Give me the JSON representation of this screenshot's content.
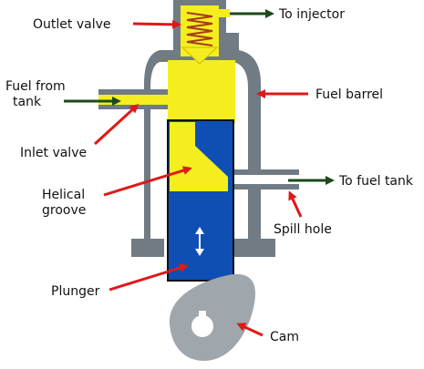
{
  "labels": {
    "outlet_valve": "Outlet valve",
    "to_injector": "To injector",
    "fuel_from_tank_line1": "Fuel from",
    "fuel_from_tank_line2": "tank",
    "fuel_barrel": "Fuel barrel",
    "inlet_valve": "Inlet valve",
    "helical_groove_line1": "Helical",
    "helical_groove_line2": "groove",
    "to_fuel_tank": "To fuel tank",
    "spill_hole": "Spill hole",
    "plunger": "Plunger",
    "cam": "Cam"
  },
  "colors": {
    "barrel": "#707b84",
    "fuel": "#f5ee1f",
    "plunger": "#0f4fb4",
    "cam": "#9fa6ac",
    "red_arrow": "#e01818",
    "green_arrow": "#1d4a1d",
    "spring": "#a53b1c",
    "outline": "#111111"
  }
}
